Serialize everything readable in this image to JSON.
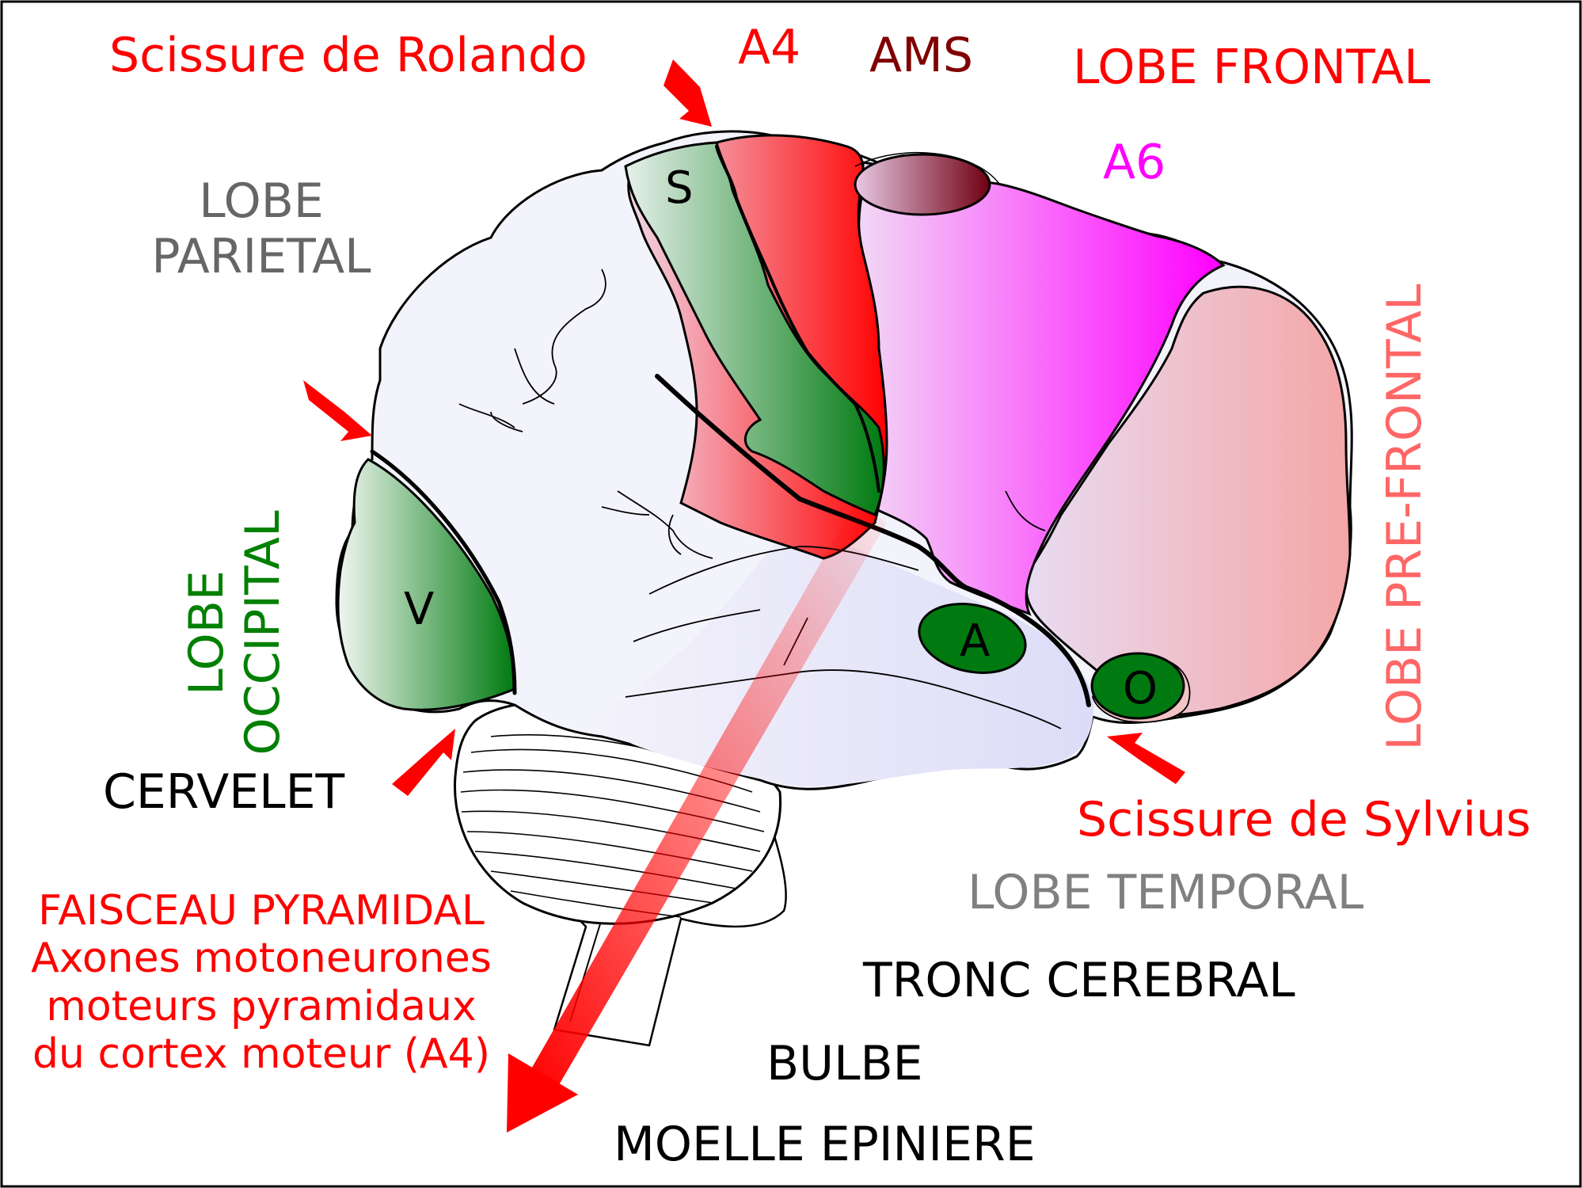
{
  "colors": {
    "red": "#ff0000",
    "dark_red": "#800000",
    "magenta": "#ff00ff",
    "green": "#008000",
    "gray": "#666666",
    "light_gray": "#808080",
    "pink": "#ff6666",
    "black": "#000000"
  },
  "labels": {
    "scissure_rolando": "Scissure de Rolando",
    "a4": "A4",
    "ams": "AMS",
    "lobe_frontal": "LOBE FRONTAL",
    "a6": "A6",
    "lobe_parietal_line1": "LOBE",
    "lobe_parietal_line2": "PARIETAL",
    "lobe_prefrontal": "LOBE PRE-FRONTAL",
    "lobe_occipital_line1": "LOBE",
    "lobe_occipital_line2": "OCCIPITAL",
    "cervelet": "CERVELET",
    "scissure_sylvius": "Scissure de Sylvius",
    "lobe_temporal": "LOBE TEMPORAL",
    "tronc_cerebral": "TRONC CEREBRAL",
    "bulbe": "BULBE",
    "moelle_epiniere": "MOELLE EPINIERE",
    "faisceau": [
      "FAISCEAU PYRAMIDAL",
      "Axones motoneurones",
      "moteurs pyramidaux",
      "du cortex moteur (A4)"
    ]
  },
  "areas": {
    "somatosensory": "S",
    "visual": "V",
    "auditory": "A",
    "olfactory": "O"
  },
  "icons": [
    "arrow-rolando-icon",
    "arrow-parieto-occipital-icon",
    "arrow-cervelet-icon",
    "arrow-sylvius-icon",
    "arrow-pyramidal-tract-icon"
  ]
}
